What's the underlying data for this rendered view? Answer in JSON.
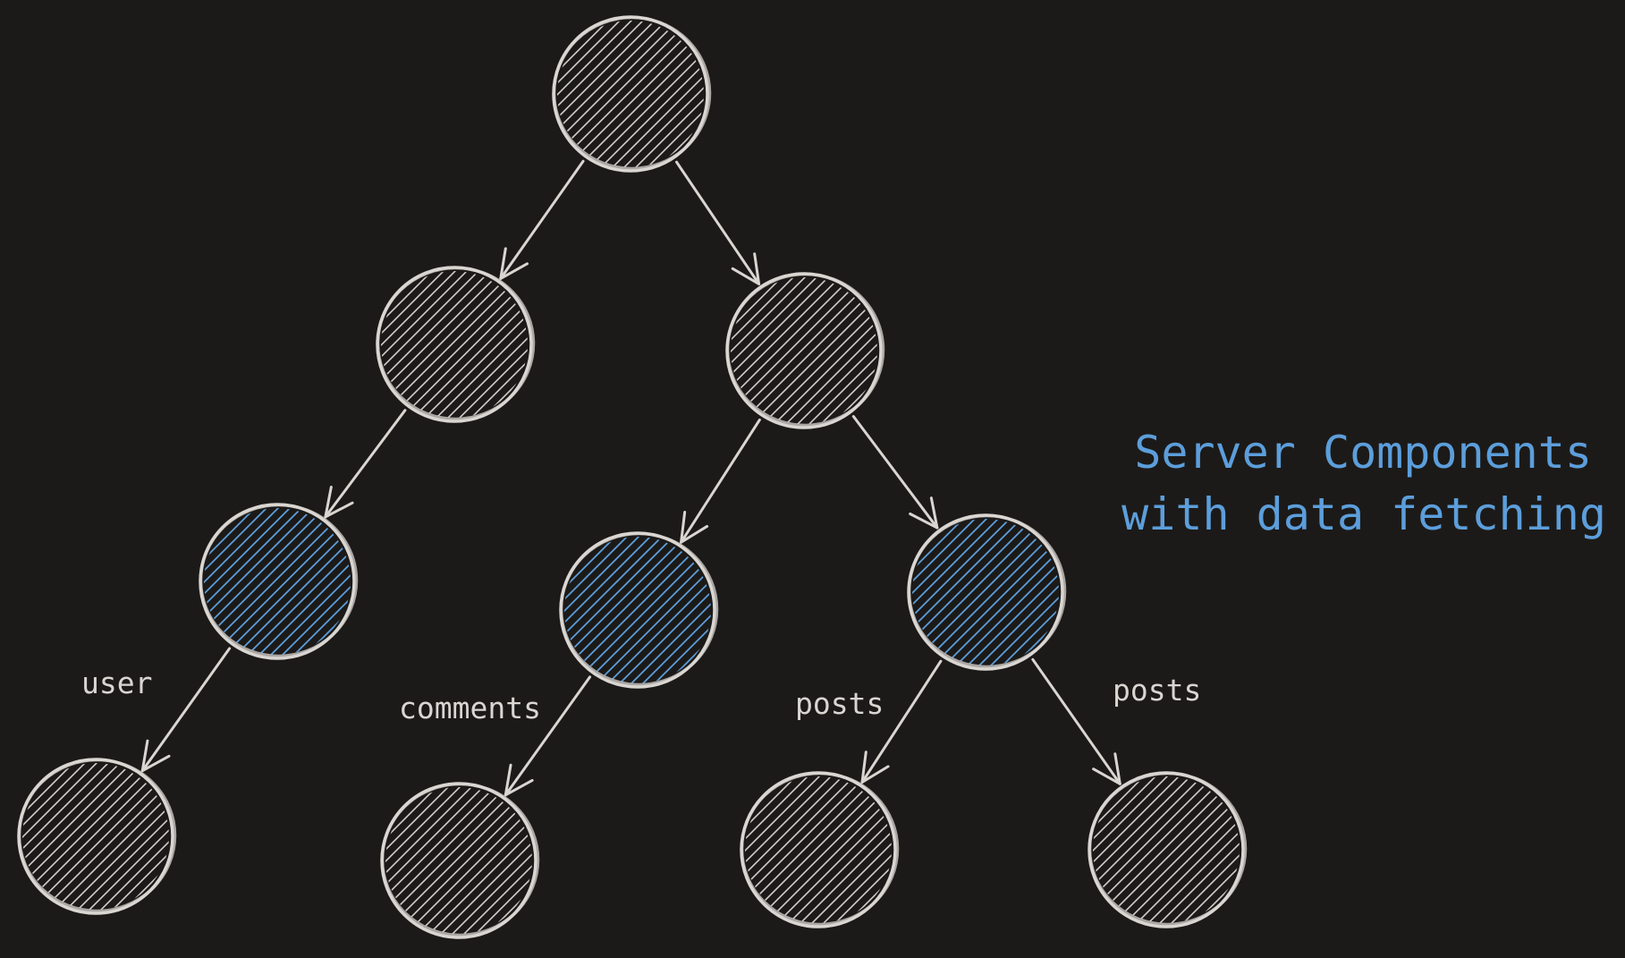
{
  "diagram": {
    "legend": {
      "line1": "Server Components",
      "line2": "with data fetching",
      "color": "#5c9edb"
    },
    "background": "#1c1a18",
    "stroke_color": "#d9d6d2",
    "edge_labels": {
      "user": "user",
      "comments": "comments",
      "posts_left": "posts",
      "posts_right": "posts"
    },
    "nodes": [
      {
        "id": "root",
        "fetches_data": false
      },
      {
        "id": "level1-left",
        "fetches_data": false
      },
      {
        "id": "level1-right",
        "fetches_data": false
      },
      {
        "id": "level2-a",
        "fetches_data": true
      },
      {
        "id": "level2-b",
        "fetches_data": true
      },
      {
        "id": "level2-c",
        "fetches_data": true
      },
      {
        "id": "leaf-1",
        "fetches_data": false
      },
      {
        "id": "leaf-2",
        "fetches_data": false
      },
      {
        "id": "leaf-3",
        "fetches_data": false
      },
      {
        "id": "leaf-4",
        "fetches_data": false
      }
    ],
    "edges": [
      {
        "from": "root",
        "to": "level1-left",
        "label_key": null
      },
      {
        "from": "root",
        "to": "level1-right",
        "label_key": null
      },
      {
        "from": "level1-left",
        "to": "level2-a",
        "label_key": null
      },
      {
        "from": "level1-right",
        "to": "level2-b",
        "label_key": null
      },
      {
        "from": "level1-right",
        "to": "level2-c",
        "label_key": null
      },
      {
        "from": "level2-a",
        "to": "leaf-1",
        "label_key": "user"
      },
      {
        "from": "level2-b",
        "to": "leaf-2",
        "label_key": "comments"
      },
      {
        "from": "level2-c",
        "to": "leaf-3",
        "label_key": "posts_left"
      },
      {
        "from": "level2-c",
        "to": "leaf-4",
        "label_key": "posts_right"
      }
    ]
  }
}
